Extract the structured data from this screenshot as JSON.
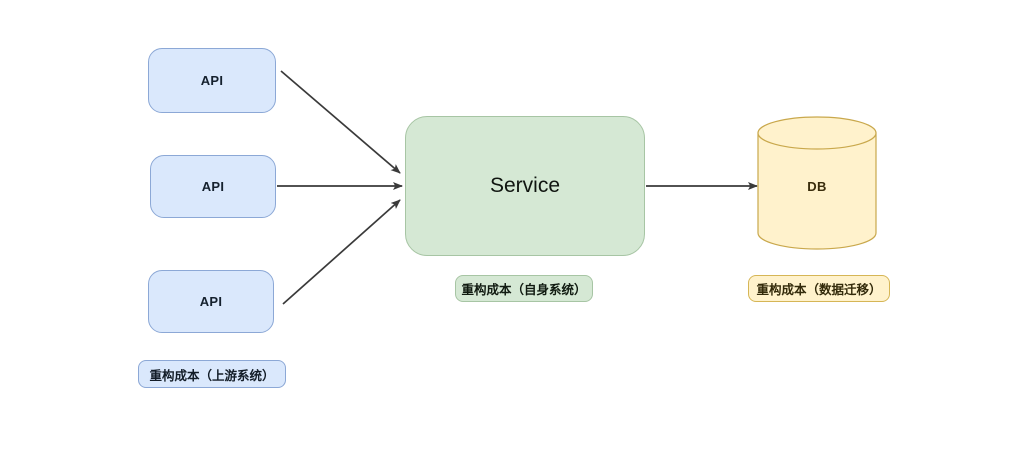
{
  "diagram": {
    "title": "Service refactor cost diagram",
    "background_color": "#ffffff",
    "nodes": {
      "api_top": {
        "label": "API",
        "shape": "rounded-rect",
        "fill": "#dae8fc",
        "stroke": "#8ca8d6"
      },
      "api_middle": {
        "label": "API",
        "shape": "rounded-rect",
        "fill": "#dae8fc",
        "stroke": "#8ca8d6"
      },
      "api_bottom": {
        "label": "API",
        "shape": "rounded-rect",
        "fill": "#dae8fc",
        "stroke": "#8ca8d6"
      },
      "service": {
        "label": "Service",
        "shape": "rounded-rect",
        "fill": "#d5e8d4",
        "stroke": "#a7c5a4"
      },
      "db": {
        "label": "DB",
        "shape": "cylinder",
        "fill": "#fff2cc",
        "stroke": "#c9a84c"
      }
    },
    "legends": {
      "upstream": {
        "label": "重构成本（上游系统）",
        "fill": "#dae8fc",
        "stroke": "#8ca8d6"
      },
      "own": {
        "label": "重构成本（自身系统）",
        "fill": "#d5e8d4",
        "stroke": "#a7c5a4"
      },
      "migration": {
        "label": "重构成本（数据迁移）",
        "fill": "#fff2cc",
        "stroke": "#d6b656"
      }
    },
    "edges": [
      {
        "name": "api-top-to-service",
        "from": "api_top",
        "to": "service",
        "style": "solid-arrow",
        "color": "#3a3a3a"
      },
      {
        "name": "api-middle-to-service",
        "from": "api_middle",
        "to": "service",
        "style": "solid-arrow",
        "color": "#3a3a3a"
      },
      {
        "name": "api-bottom-to-service",
        "from": "api_bottom",
        "to": "service",
        "style": "solid-arrow",
        "color": "#3a3a3a"
      },
      {
        "name": "service-to-db",
        "from": "service",
        "to": "db",
        "style": "solid-arrow",
        "color": "#3a3a3a"
      }
    ]
  }
}
